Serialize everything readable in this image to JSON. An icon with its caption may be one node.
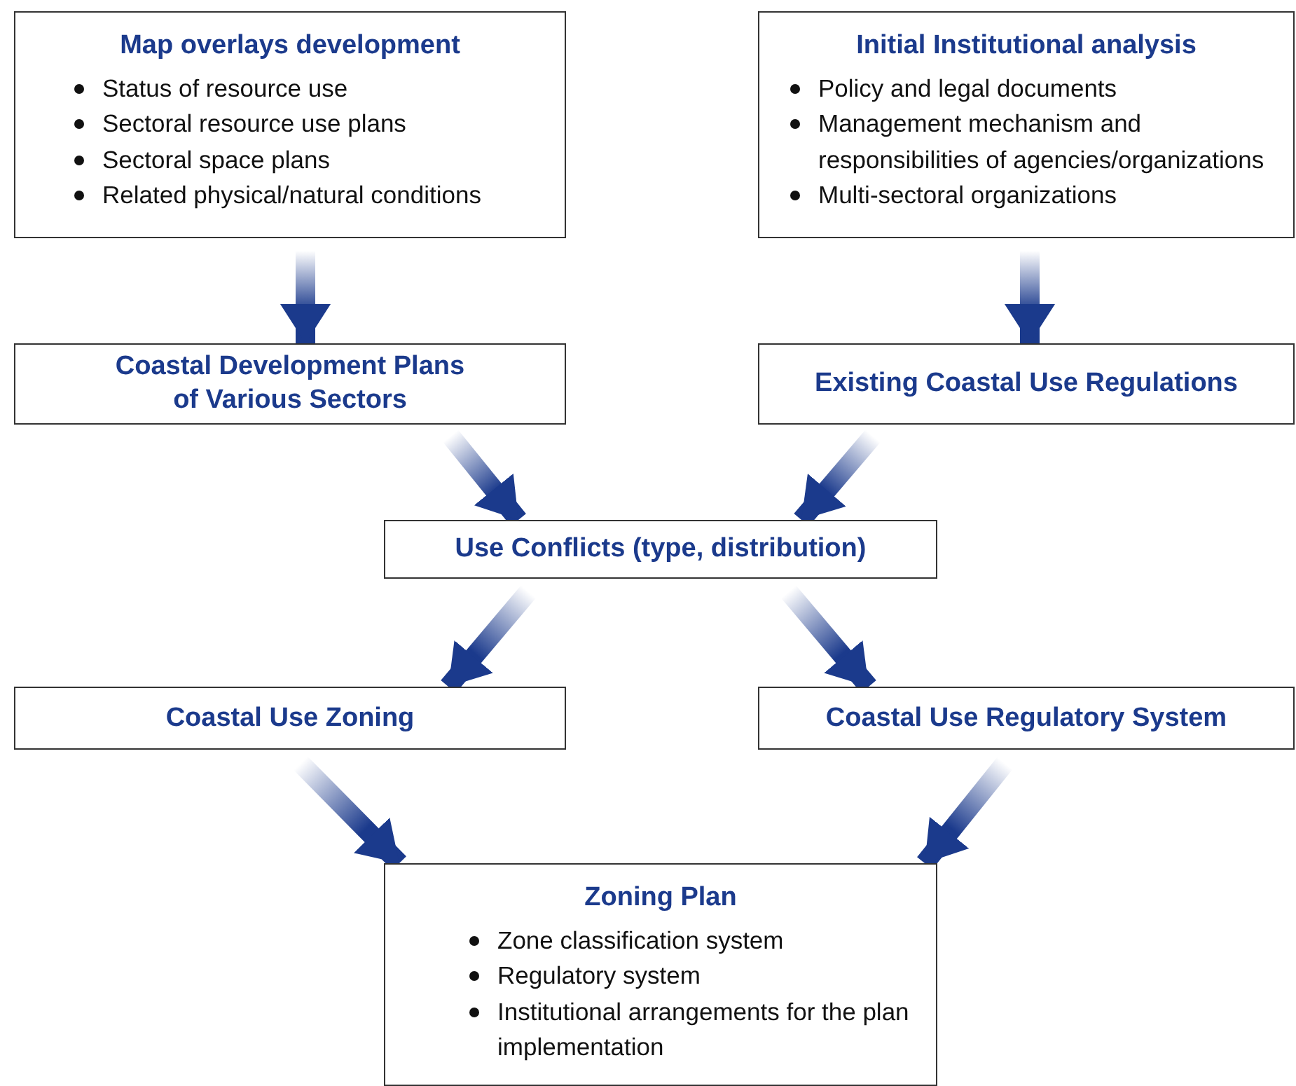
{
  "diagram": {
    "nodes": [
      {
        "text": [
          "Map overlays development",
          "Status of resource use",
          "Sectoral resource use plans",
          "Sectoral space plans",
          "Related physical/natural conditions"
        ]
      },
      {
        "text": [
          "Initial Institutional analysis",
          "Policy and legal documents",
          "Management mechanism and responsibilities of agencies/organizations",
          "Multi-sectoral organizations"
        ]
      },
      {
        "text": [
          "Coastal Development Plans of Various Sectors"
        ]
      },
      {
        "text": [
          "Existing Coastal Use Regulations"
        ]
      },
      {
        "text": [
          "Use Conflicts (type, distribution)"
        ]
      },
      {
        "text": [
          "Coastal Use Zoning"
        ]
      },
      {
        "text": [
          "Coastal Use Regulatory System"
        ]
      },
      {
        "text": [
          "Zoning Plan",
          "Zone classification system",
          "Regulatory system",
          "Institutional arrangements for the plan implementation"
        ]
      }
    ],
    "edges": [
      {
        "from": 0,
        "to": 2,
        "arrow": "to"
      },
      {
        "from": 1,
        "to": 3,
        "arrow": "to"
      },
      {
        "from": 2,
        "to": 4,
        "arrow": "to"
      },
      {
        "from": 3,
        "to": 4,
        "arrow": "to"
      },
      {
        "from": 4,
        "to": 5,
        "arrow": "to"
      },
      {
        "from": 4,
        "to": 6,
        "arrow": "to"
      },
      {
        "from": 5,
        "to": 7,
        "arrow": "to"
      },
      {
        "from": 6,
        "to": 7,
        "arrow": "to"
      }
    ]
  }
}
